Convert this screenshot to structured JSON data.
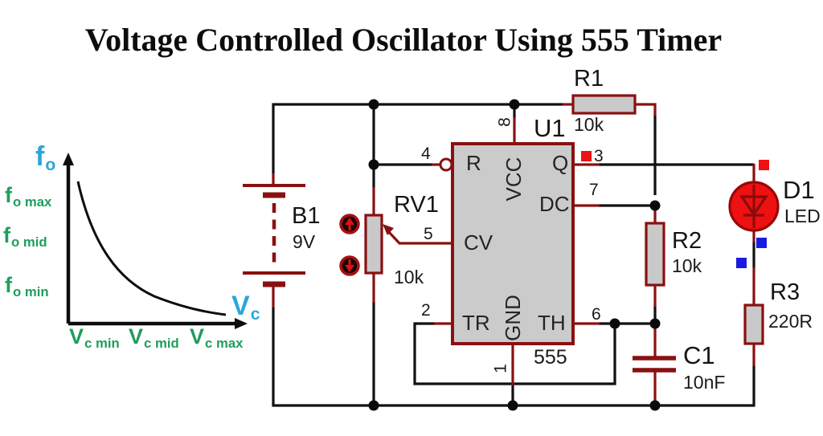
{
  "title": "Voltage Controlled Oscillator Using 555 Timer",
  "graph": {
    "type": "line",
    "curve": "decreasing exponential: output frequency falls as control voltage rises",
    "y_axis": {
      "base": "f",
      "sub": "o"
    },
    "x_axis": {
      "base": "V",
      "sub": "c"
    },
    "y_ticks": [
      {
        "base": "f",
        "sub": "o max"
      },
      {
        "base": "f",
        "sub": "o mid"
      },
      {
        "base": "f",
        "sub": "o min"
      }
    ],
    "x_ticks": [
      {
        "base": "V",
        "sub": "c min"
      },
      {
        "base": "V",
        "sub": "c mid"
      },
      {
        "base": "V",
        "sub": "c max"
      }
    ]
  },
  "components": {
    "battery": {
      "ref": "B1",
      "value": "9V"
    },
    "potentiometer": {
      "ref": "RV1",
      "value": "10k"
    },
    "ic": {
      "ref": "U1",
      "part": "555",
      "pin_top": {
        "num": "8",
        "name": "VCC"
      },
      "pin_bottom": {
        "num": "1",
        "name": "GND"
      },
      "pins_left": [
        {
          "num": "4",
          "name": "R"
        },
        {
          "num": "5",
          "name": "CV"
        },
        {
          "num": "2",
          "name": "TR"
        }
      ],
      "pins_right": [
        {
          "num": "3",
          "name": "Q"
        },
        {
          "num": "7",
          "name": "DC"
        },
        {
          "num": "6",
          "name": "TH"
        }
      ]
    },
    "r1": {
      "ref": "R1",
      "value": "10k"
    },
    "r2": {
      "ref": "R2",
      "value": "10k"
    },
    "r3": {
      "ref": "R3",
      "value": "220R"
    },
    "c1": {
      "ref": "C1",
      "value": "10nF"
    },
    "led": {
      "ref": "D1",
      "value": "LED"
    }
  },
  "colors": {
    "wire_black": "#111111",
    "component_red": "#8a1010",
    "body_gray": "#c9c9c9",
    "led_red": "#ee1111",
    "indicator_red": "#ee1111",
    "probe_blue": "#1b1bdf",
    "axis_label_blue": "#2ba7d9",
    "tick_label_green": "#1f9e5c"
  }
}
